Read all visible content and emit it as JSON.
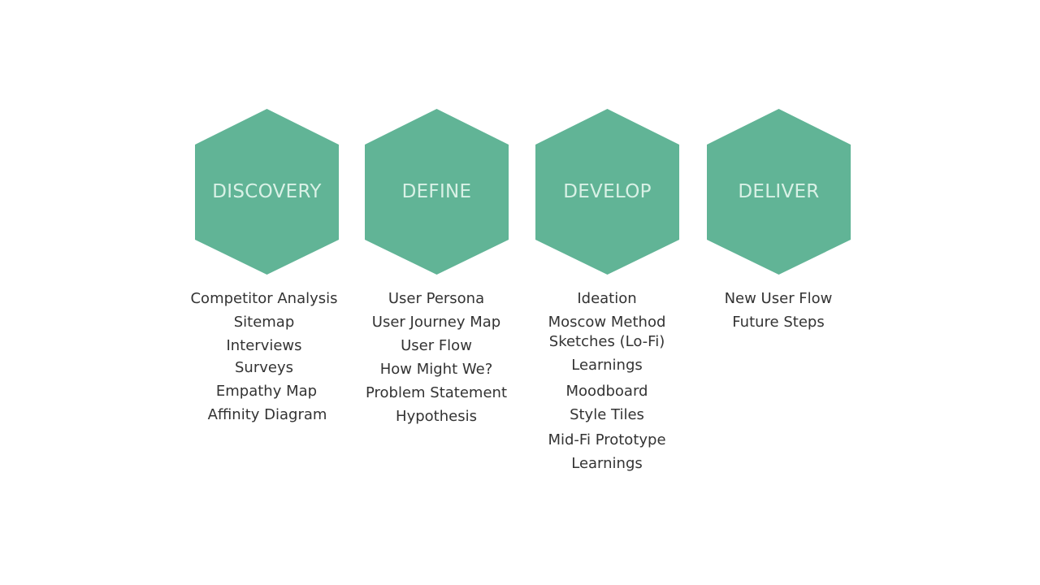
{
  "colors": {
    "hexagon_fill": "#61b496",
    "hexagon_text": "#d9f1e6",
    "item_text": "#333333",
    "background": "#ffffff"
  },
  "phases": [
    {
      "title": "DISCOVERY",
      "items": [
        "Competitor Analysis",
        "Sitemap",
        "Interviews",
        "Surveys",
        "Empathy Map",
        "Affinity Diagram"
      ]
    },
    {
      "title": "DEFINE",
      "items": [
        "User Persona",
        "User Journey Map",
        "User Flow",
        "How Might We?",
        "Problem Statement",
        "Hypothesis"
      ]
    },
    {
      "title": "DEVELOP",
      "items": [
        "Ideation",
        "Moscow Method",
        "Sketches (Lo-Fi)",
        "Learnings",
        "Moodboard",
        "Style Tiles",
        "Mid-Fi Prototype",
        "Learnings"
      ]
    },
    {
      "title": "DELIVER",
      "items": [
        "New User Flow",
        "Future Steps"
      ]
    }
  ]
}
